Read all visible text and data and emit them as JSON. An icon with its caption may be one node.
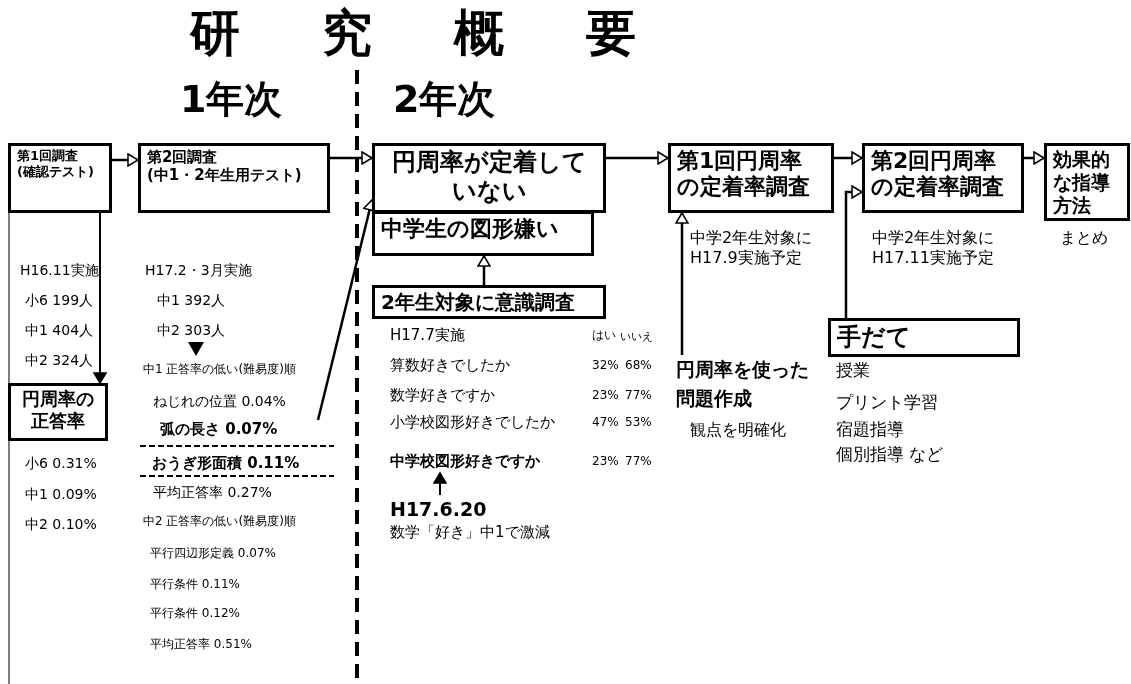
{
  "diagram": {
    "title": "研究概要",
    "nodes": [
      {
        "text": [
          "第1回調査",
          "(確認テスト)"
        ],
        "beside": [
          "H16.11実施",
          "小6 199人",
          "中1 404人",
          "中2 324人"
        ]
      },
      {
        "text": [
          "第2回調査",
          "(中1・2年生用テスト)"
        ]
      },
      {
        "text": [
          "円周率の正答率"
        ],
        "beside": [
          "小6 0.31%",
          "中1 0.09%",
          "中2 0.10%"
        ]
      },
      {
        "text": [
          "円周率が定着していない"
        ]
      },
      {
        "text": [
          "中学生の図形嫌い"
        ]
      },
      {
        "text": [
          "2年生対象に意識調査"
        ]
      },
      {
        "text": [
          "第1回円周率の定着率調査"
        ],
        "beside": [
          "中学2年生対象にH17.9実施予定"
        ]
      },
      {
        "text": [
          "第2回円周率の定着率調査"
        ],
        "beside": [
          "中学2年生対象にH17.11実施予定"
        ]
      },
      {
        "text": [
          "効果的な指導方法"
        ],
        "beside": [
          "まとめ"
        ]
      },
      {
        "text": [
          "手だて"
        ],
        "beside": [
          "授業",
          "プリント学習",
          "宿題指導",
          "個別指導 など"
        ]
      },
      {
        "text": [
          "円周率を使った問題作成"
        ],
        "beside": [
          "観点を明確化"
        ]
      },
      {
        "text": [
          "弧の長さ 0.07%"
        ]
      },
      {
        "text": [
          "おうぎ形面積 0.11%"
        ]
      },
      {
        "text": [
          "H17.6.20"
        ],
        "beside": [
          "数学「好き」中1で激減"
        ]
      },
      {
        "text": [
          "中学校図形好きですか"
        ],
        "beside": [
          "23%",
          "77%"
        ]
      }
    ],
    "edges": [
      {
        "from": 0,
        "to": 1,
        "arrow": "to"
      },
      {
        "from": 1,
        "to": 3,
        "arrow": "to"
      },
      {
        "from": 3,
        "to": 6,
        "arrow": "to"
      },
      {
        "from": 6,
        "to": 7,
        "arrow": "to"
      },
      {
        "from": 7,
        "to": 8,
        "arrow": "to"
      },
      {
        "from": 0,
        "to": 2,
        "arrow": "to"
      },
      {
        "from": 11,
        "to": 3,
        "arrow": "to"
      },
      {
        "from": 5,
        "to": 4,
        "arrow": "to"
      },
      {
        "from": 10,
        "to": 6,
        "arrow": "to"
      },
      {
        "from": 9,
        "to": 7,
        "arrow": "to"
      },
      {
        "from": 13,
        "to": 14,
        "arrow": "to"
      }
    ],
    "labels": [
      "1年次",
      "2年次",
      "H17.2・3月実施",
      "中1 392人",
      "中2 303人",
      "中1 正答率の低い(難易度)順",
      "ねじれの位置 0.04%",
      "平均正答率 0.27%",
      "中2 正答率の低い(難易度)順",
      "平行四辺形定義 0.07%",
      "平行条件 0.11%",
      "平行条件 0.12%",
      "平均正答率 0.51%",
      "H17.7実施",
      "はい",
      "いいえ",
      "算数好きでしたか",
      "32%",
      "68%",
      "数学好きですか",
      "23%",
      "77%",
      "小学校図形好きでしたか",
      "47%",
      "53%"
    ]
  }
}
